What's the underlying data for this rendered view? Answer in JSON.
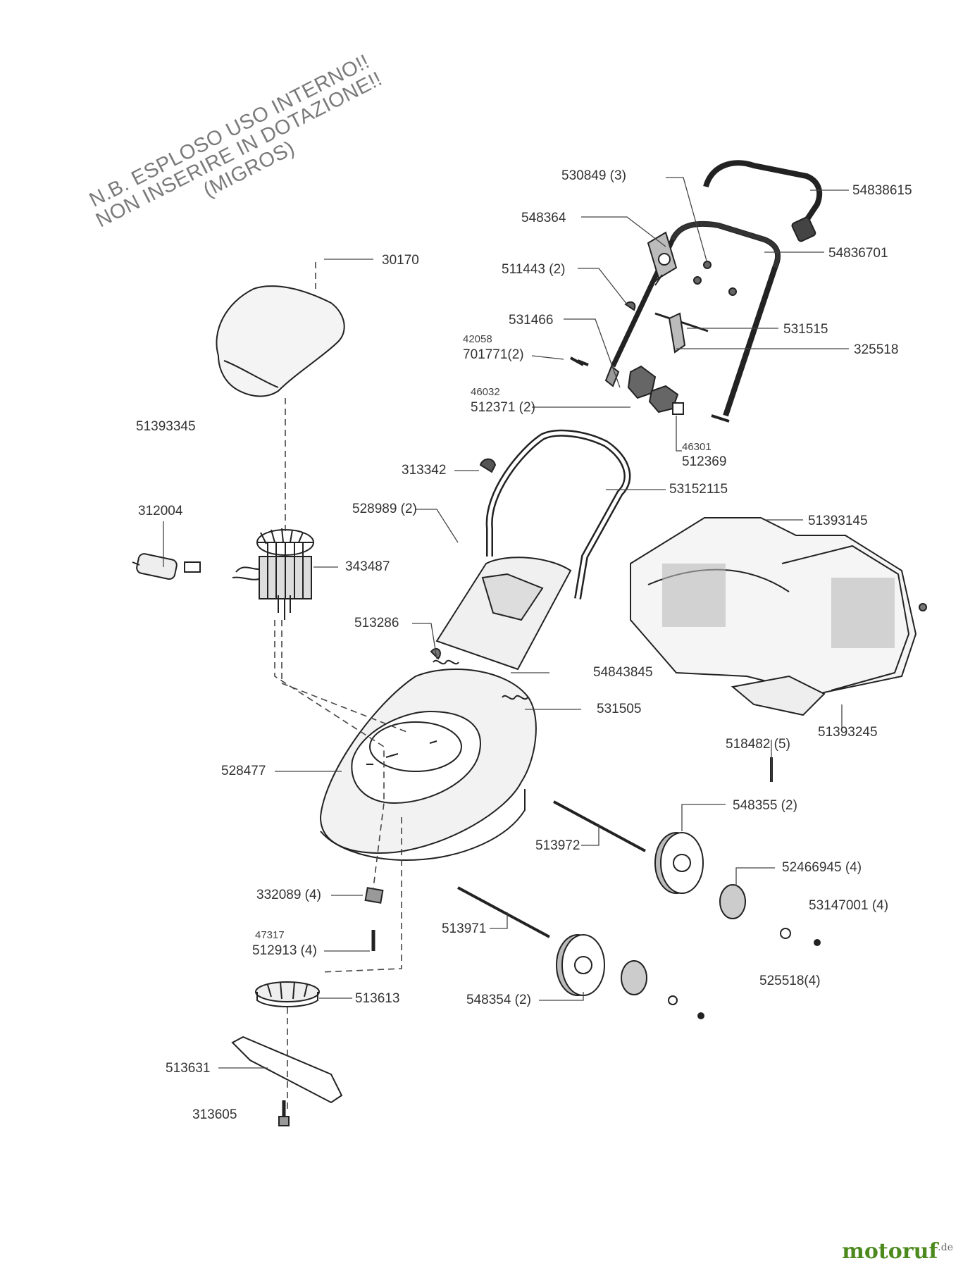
{
  "note": {
    "line1": "N.B. ESPLOSO USO INTERNO!!",
    "line2": "NON INSERIRE IN DOTAZIONE!!",
    "line3": "(MIGROS)"
  },
  "brand": {
    "name": "motoruf",
    "suffix": ".de",
    "color": "#4d8a1e"
  },
  "parts": {
    "p530849": "530849 (3)",
    "p54838615": "54838615",
    "p548364": "548364",
    "p54836701": "54836701",
    "p511443": "511443 (2)",
    "p531466": "531466",
    "p531515": "531515",
    "p42058": "42058",
    "p701771": "701771(2)",
    "p325518": "325518",
    "p46032": "46032",
    "p512371": "512371 (2)",
    "p46301": "46301",
    "p512369": "512369",
    "p30170": "30170",
    "p51393345": "51393345",
    "p313342": "313342",
    "p53152115": "53152115",
    "p528989": "528989 (2)",
    "p51393145": "51393145",
    "p312004": "312004",
    "p343487": "343487",
    "p513286": "513286",
    "p54843845": "54843845",
    "p531505": "531505",
    "p518482": "518482 (5)",
    "p51393245": "51393245",
    "p528477": "528477",
    "p548355": "548355 (2)",
    "p513972": "513972",
    "p52466945": "52466945 (4)",
    "p53147001": "53147001 (4)",
    "p332089": "332089 (4)",
    "p47317": "47317",
    "p512913": "512913 (4)",
    "p513971": "513971",
    "p525518": "525518(4)",
    "p548354": "548354 (2)",
    "p513613": "513613",
    "p513631": "513631",
    "p313605": "313605"
  }
}
